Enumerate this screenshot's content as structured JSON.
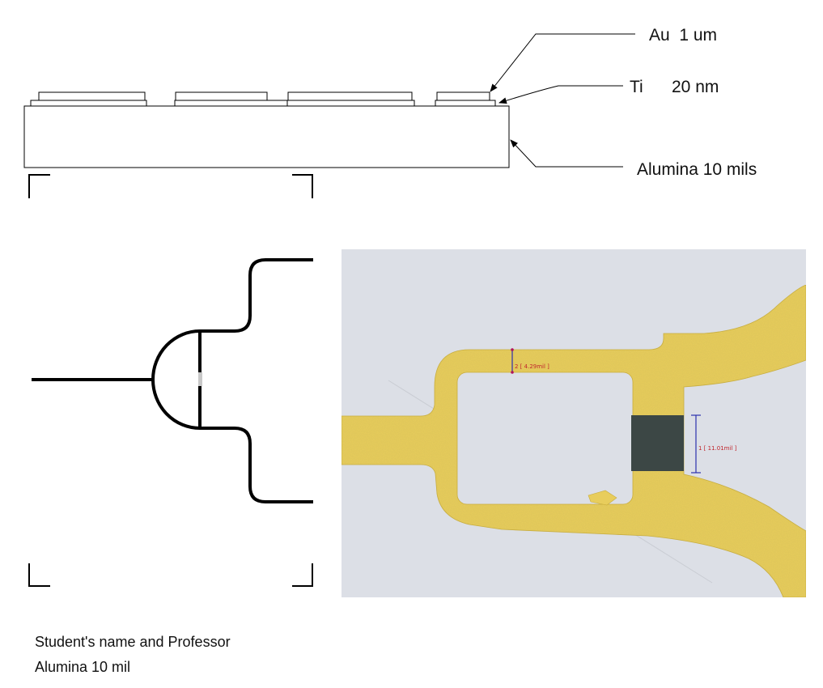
{
  "layers": {
    "au": "Au  1 um",
    "ti_symbol": "Ti",
    "ti_thickness": "20 nm",
    "alumina": "Alumina 10 mils"
  },
  "micrograph": {
    "measure_1": "1 [ 11.01mil ]",
    "measure_2": "2 [ 4.29mil ]"
  },
  "caption": {
    "line1": "Student's name and Professor",
    "line2": "Alumina 10 mil"
  },
  "colors": {
    "gold": "#e8cd5c",
    "substrate": "#dcdfe6",
    "resistor": "#3c4745",
    "measure_line": "#2b2fae",
    "measure_text": "#c0262d"
  }
}
